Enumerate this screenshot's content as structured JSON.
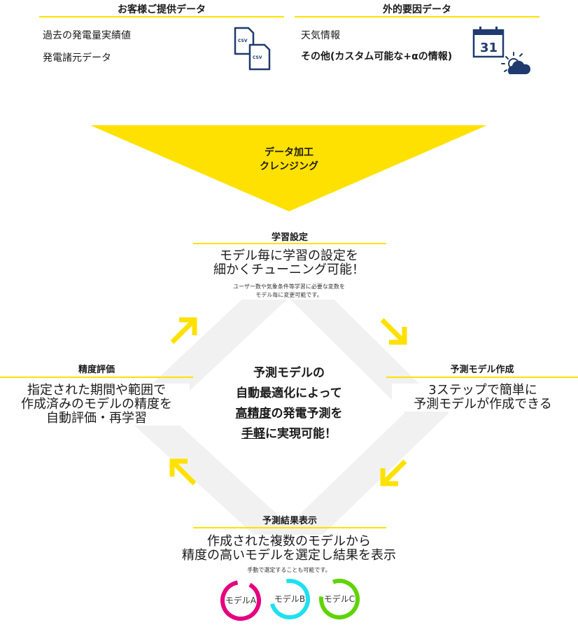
{
  "customer_data": {
    "title": "お客様ご提供データ",
    "items": [
      "過去の発電量実績値",
      "発電諸元データ"
    ],
    "icon_labels": [
      "CSV",
      "CSV"
    ]
  },
  "external_data": {
    "title": "外的要因データ",
    "items": [
      "天気情報",
      "その他(カスタム可能な+αの情報)"
    ],
    "calendar_day": "31"
  },
  "funnel": {
    "line1": "データ加工",
    "line2": "クレンジング"
  },
  "learning": {
    "title": "学習設定",
    "main_line1": "モデル毎に学習の設定を",
    "main_line2": "細かくチューニング可能！",
    "note_line1": "ユーザー数や気象条件等学習に必要な変数を",
    "note_line2": "モデル毎に変更可能です。"
  },
  "model_creation": {
    "title": "予測モデル作成",
    "line1": "3ステップで簡単に",
    "line2": "予測モデルが作成できる"
  },
  "accuracy": {
    "title": "精度評価",
    "line1": "指定された期間や範囲で",
    "line2": "作成済みのモデルの精度を",
    "line3": "自動評価・再学習"
  },
  "result": {
    "title": "予測結果表示",
    "line1": "作成された複数のモデルから",
    "line2": "精度の高いモデルを選定し結果を表示",
    "note": "手動で選定することも可能です。"
  },
  "center": {
    "line1": "予測モデルの",
    "line2": "自動最適化によって",
    "line3_u": "高精度",
    "line3_rest": "の発電予測を",
    "line4_u": "手軽",
    "line4_rest": "に実現可能！"
  },
  "models": [
    {
      "label": "モデルA",
      "color": "#e5007f"
    },
    {
      "label": "モデルB",
      "color": "#1ee0f0"
    },
    {
      "label": "モデルC",
      "color": "#5fd400"
    }
  ],
  "colors": {
    "accent_yellow": "#ffe100",
    "icon_navy": "#1f3a6e",
    "cycle_gray": "#f1f1f1"
  }
}
